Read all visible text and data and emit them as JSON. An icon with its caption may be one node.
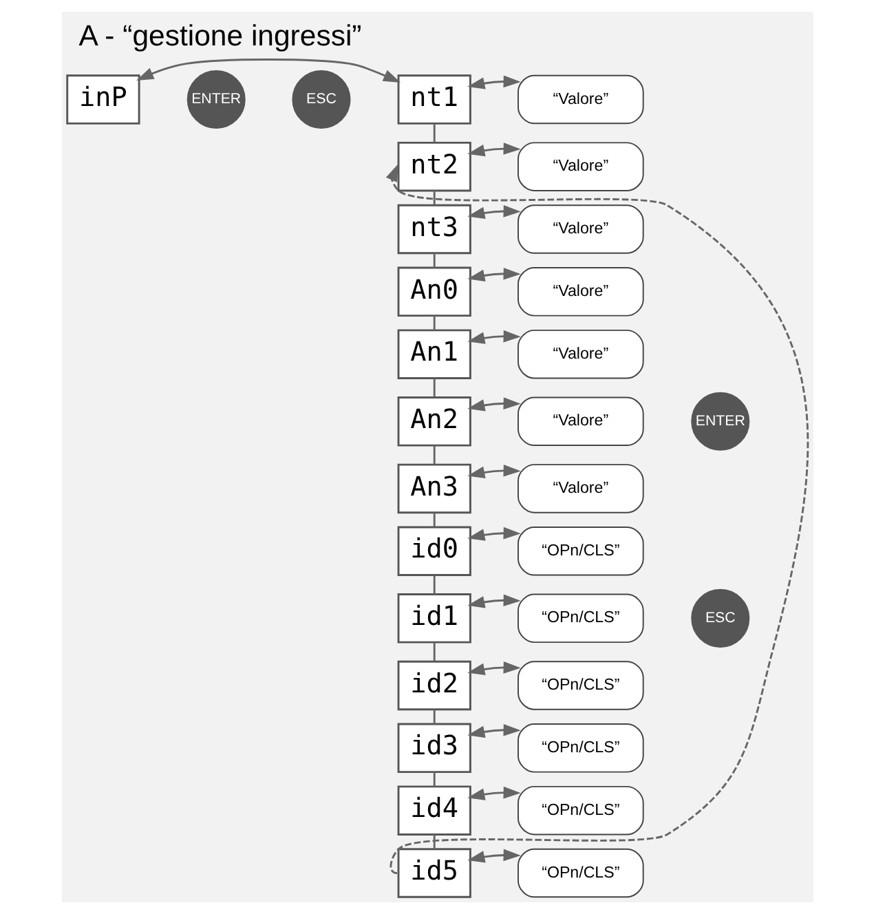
{
  "diagram": {
    "title": "A - “gestione ingressi”",
    "nodes": [
      {
        "text": [
          "inP"
        ]
      },
      {
        "text": [
          "nt1"
        ]
      },
      {
        "text": [
          "nt2"
        ]
      },
      {
        "text": [
          "nt3"
        ]
      },
      {
        "text": [
          "An0"
        ]
      },
      {
        "text": [
          "An1"
        ]
      },
      {
        "text": [
          "An2"
        ]
      },
      {
        "text": [
          "An3"
        ]
      },
      {
        "text": [
          "id0"
        ]
      },
      {
        "text": [
          "id1"
        ]
      },
      {
        "text": [
          "id2"
        ]
      },
      {
        "text": [
          "id3"
        ]
      },
      {
        "text": [
          "id4"
        ]
      },
      {
        "text": [
          "id5"
        ]
      },
      {
        "text": [
          "“Valore”"
        ]
      },
      {
        "text": [
          "“Valore”"
        ]
      },
      {
        "text": [
          "“Valore”"
        ]
      },
      {
        "text": [
          "“Valore”"
        ]
      },
      {
        "text": [
          "“Valore”"
        ]
      },
      {
        "text": [
          "“Valore”"
        ]
      },
      {
        "text": [
          "“Valore”"
        ]
      },
      {
        "text": [
          "“OPn/CLS”"
        ]
      },
      {
        "text": [
          "“OPn/CLS”"
        ]
      },
      {
        "text": [
          "“OPn/CLS”"
        ]
      },
      {
        "text": [
          "“OPn/CLS”"
        ]
      },
      {
        "text": [
          "“OPn/CLS”"
        ]
      },
      {
        "text": [
          "“OPn/CLS”"
        ]
      }
    ],
    "edges": [
      {
        "from": 0,
        "to": 1,
        "arrow": "both"
      },
      {
        "from": 1,
        "to": 2,
        "arrow": "none"
      },
      {
        "from": 2,
        "to": 3,
        "arrow": "none"
      },
      {
        "from": 3,
        "to": 4,
        "arrow": "none"
      },
      {
        "from": 4,
        "to": 5,
        "arrow": "none"
      },
      {
        "from": 5,
        "to": 6,
        "arrow": "none"
      },
      {
        "from": 6,
        "to": 7,
        "arrow": "none"
      },
      {
        "from": 7,
        "to": 8,
        "arrow": "none"
      },
      {
        "from": 8,
        "to": 9,
        "arrow": "none"
      },
      {
        "from": 9,
        "to": 10,
        "arrow": "none"
      },
      {
        "from": 10,
        "to": 11,
        "arrow": "none"
      },
      {
        "from": 11,
        "to": 12,
        "arrow": "none"
      },
      {
        "from": 12,
        "to": 13,
        "arrow": "none"
      },
      {
        "from": 13,
        "to": 2,
        "arrow": "to",
        "style": "dashed"
      },
      {
        "from": 1,
        "to": 14,
        "arrow": "both"
      },
      {
        "from": 2,
        "to": 15,
        "arrow": "both"
      },
      {
        "from": 3,
        "to": 16,
        "arrow": "both"
      },
      {
        "from": 4,
        "to": 17,
        "arrow": "both"
      },
      {
        "from": 5,
        "to": 18,
        "arrow": "both"
      },
      {
        "from": 6,
        "to": 19,
        "arrow": "both"
      },
      {
        "from": 7,
        "to": 20,
        "arrow": "both"
      },
      {
        "from": 8,
        "to": 21,
        "arrow": "both"
      },
      {
        "from": 9,
        "to": 22,
        "arrow": "both"
      },
      {
        "from": 10,
        "to": 23,
        "arrow": "both"
      },
      {
        "from": 11,
        "to": 24,
        "arrow": "both"
      },
      {
        "from": 12,
        "to": 25,
        "arrow": "both"
      },
      {
        "from": 13,
        "to": 26,
        "arrow": "both"
      }
    ],
    "labels": [
      "ENTER",
      "ESC",
      "ENTER",
      "ESC"
    ]
  }
}
